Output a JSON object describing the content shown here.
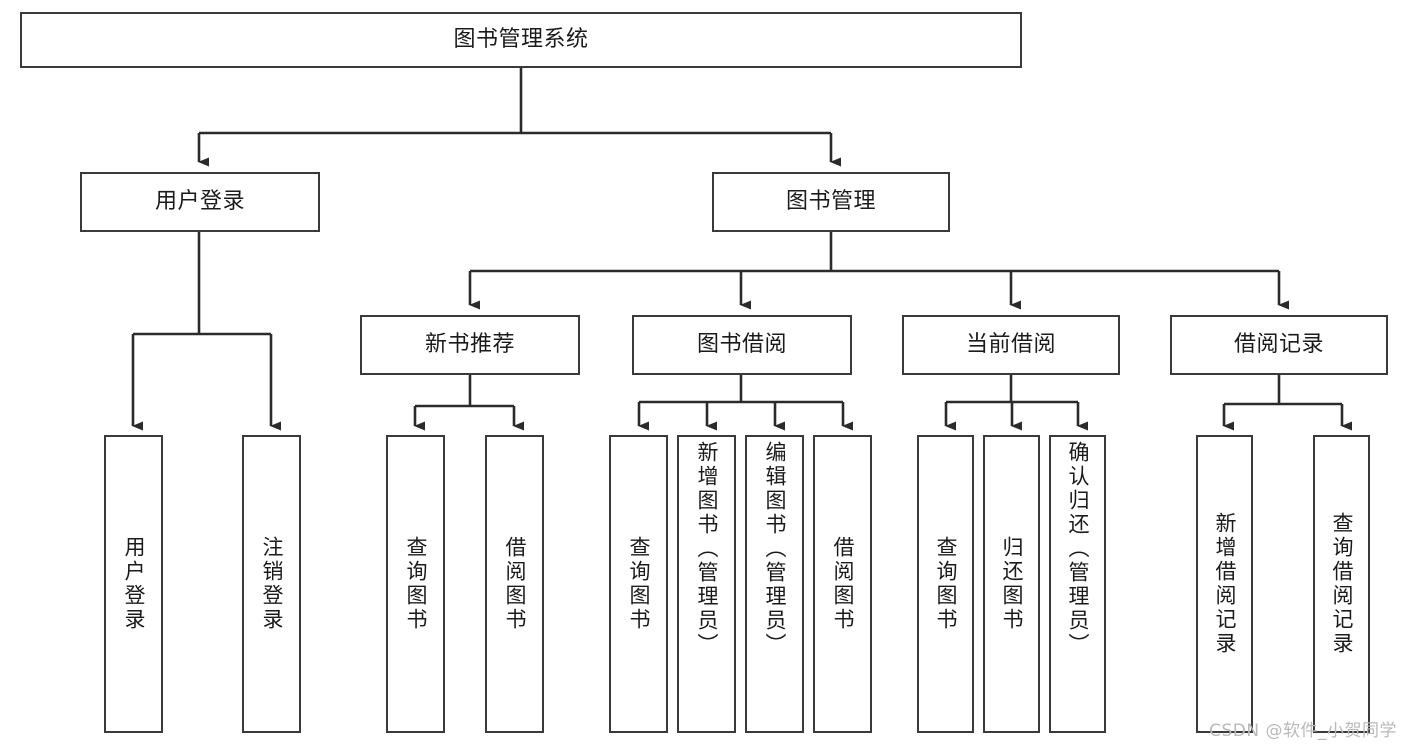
{
  "diagram": {
    "type": "hierarchy-tree",
    "title": "图书管理系统",
    "watermark": "CSDN @软件_小贺同学",
    "colors": {
      "border": "#3a3a3a",
      "background": "#ffffff",
      "text": "#1b1b1b",
      "connector": "#2b2b2b",
      "watermark": "#b9b9b9"
    },
    "root": {
      "id": "root",
      "label": "图书管理系统"
    },
    "level2": [
      {
        "id": "user-login",
        "label": "用户登录"
      },
      {
        "id": "book-management",
        "label": "图书管理"
      }
    ],
    "level3": [
      {
        "id": "new-book-recommend",
        "label": "新书推荐",
        "parent": "book-management"
      },
      {
        "id": "book-borrow",
        "label": "图书借阅",
        "parent": "book-management"
      },
      {
        "id": "current-borrow",
        "label": "当前借阅",
        "parent": "book-management"
      },
      {
        "id": "borrow-record",
        "label": "借阅记录",
        "parent": "book-management"
      }
    ],
    "leaves": [
      {
        "id": "leaf-user-login",
        "label": "用户登录",
        "parent": "user-login"
      },
      {
        "id": "leaf-user-logout",
        "label": "注销登录",
        "parent": "user-login"
      },
      {
        "id": "leaf-query-book-1",
        "label": "查询图书",
        "parent": "new-book-recommend"
      },
      {
        "id": "leaf-borrow-book-1",
        "label": "借阅图书",
        "parent": "new-book-recommend"
      },
      {
        "id": "leaf-query-book-2",
        "label": "查询图书",
        "parent": "book-borrow"
      },
      {
        "id": "leaf-add-book",
        "label": "新增图书（管理员）",
        "parent": "book-borrow"
      },
      {
        "id": "leaf-edit-book",
        "label": "编辑图书（管理员）",
        "parent": "book-borrow"
      },
      {
        "id": "leaf-borrow-book-2",
        "label": "借阅图书",
        "parent": "book-borrow"
      },
      {
        "id": "leaf-query-book-3",
        "label": "查询图书",
        "parent": "current-borrow"
      },
      {
        "id": "leaf-return-book",
        "label": "归还图书",
        "parent": "current-borrow"
      },
      {
        "id": "leaf-confirm-return",
        "label": "确认归还（管理员）",
        "parent": "current-borrow"
      },
      {
        "id": "leaf-add-record",
        "label": "新增借阅记录",
        "parent": "borrow-record"
      },
      {
        "id": "leaf-query-record",
        "label": "查询借阅记录",
        "parent": "borrow-record"
      }
    ]
  }
}
